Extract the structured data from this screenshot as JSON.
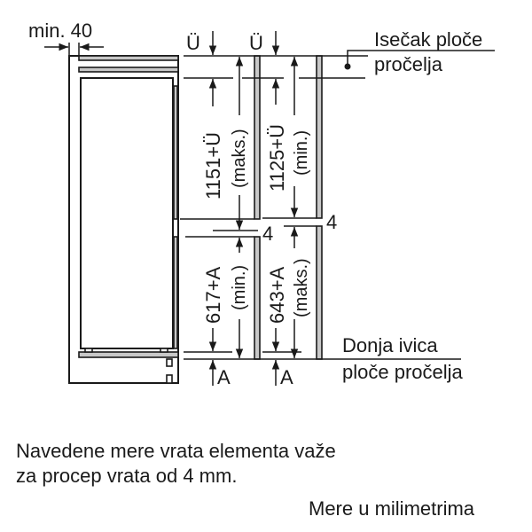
{
  "diagram": {
    "top_gap": {
      "label": "min. 40"
    },
    "overhang_labels": {
      "left": "Ü",
      "right": "Ü"
    },
    "bottom_labels": {
      "left": "A",
      "right": "A"
    },
    "callouts": {
      "top": {
        "line1": "Isečak ploče",
        "line2": "pročelja"
      },
      "bottom": {
        "line1": "Donja ivica",
        "line2": "ploče pročelja"
      }
    },
    "dimensions": {
      "upper_left": {
        "value": "1151+Ü",
        "qualifier": "(maks.)"
      },
      "upper_right": {
        "value": "1125+Ü",
        "qualifier": "(min.)"
      },
      "lower_left": {
        "value": "617+A",
        "qualifier": "(min.)"
      },
      "lower_right": {
        "value": "643+A",
        "qualifier": "(maks.)"
      },
      "gap_left": "4",
      "gap_right": "4"
    },
    "colors": {
      "line": "#1a1a1a",
      "panel_fill": "#c8c8c8",
      "background": "#ffffff"
    }
  },
  "notes": {
    "line1": "Navedene mere vrata elementa važe",
    "line2": "za procep vrata od 4 mm.",
    "units": "Mere u milimetrima"
  }
}
